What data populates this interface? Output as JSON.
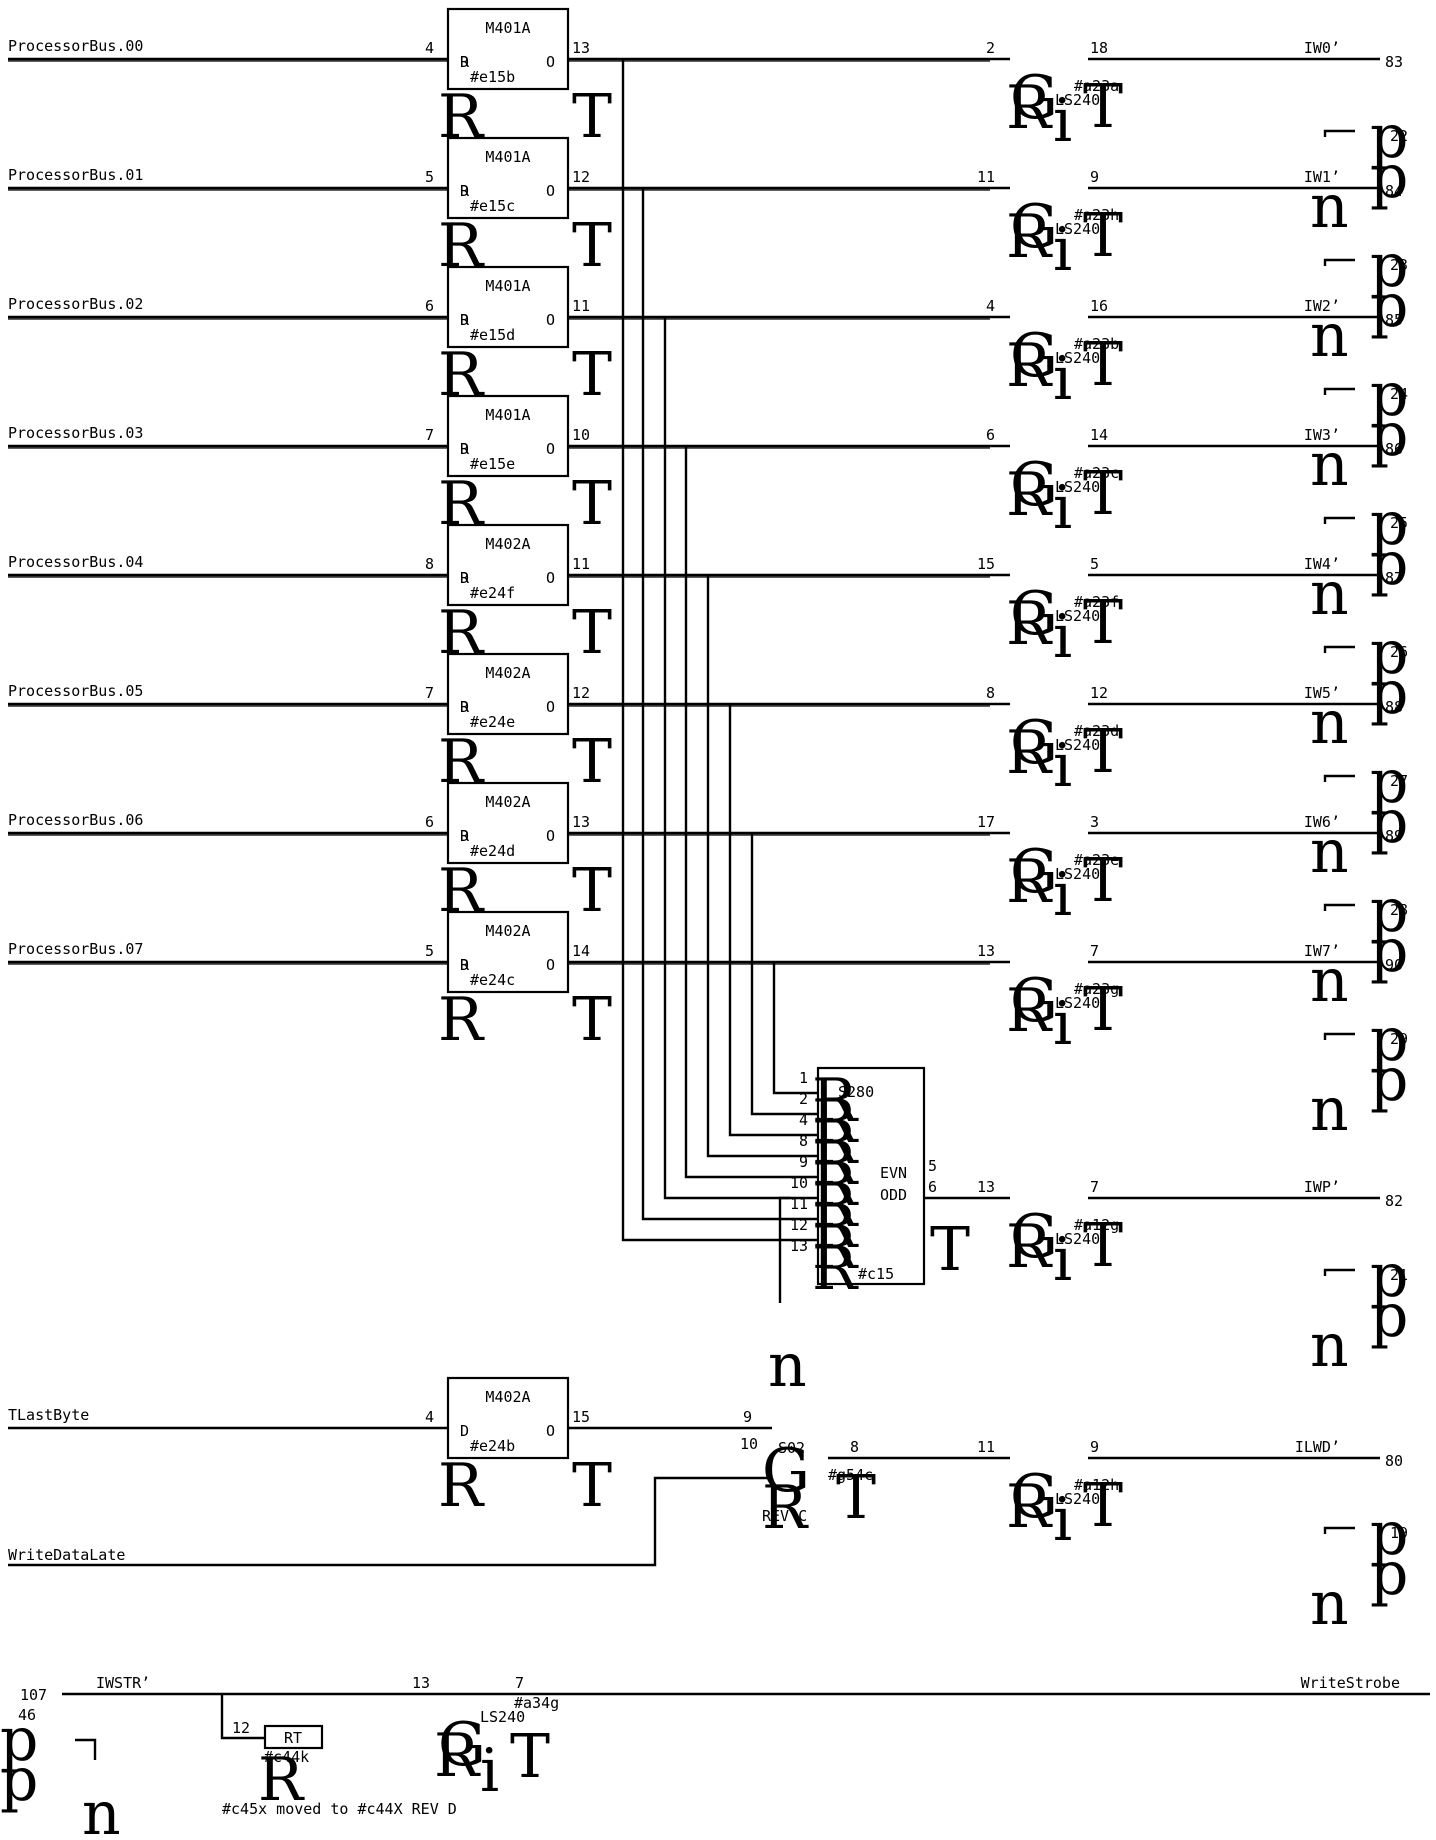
{
  "rows": [
    {
      "sig": "ProcessorBus.00",
      "pin_in": "4",
      "chip": "M401A",
      "ref": "#e15b",
      "pin_out": "13",
      "bpin_in": "2",
      "bpin_out": "18",
      "buf_ref": "#a23a",
      "out": "IW0’",
      "conn": "83",
      "conn_b": "22"
    },
    {
      "sig": "ProcessorBus.01",
      "pin_in": "5",
      "chip": "M401A",
      "ref": "#e15c",
      "pin_out": "12",
      "bpin_in": "11",
      "bpin_out": "9",
      "buf_ref": "#a23h",
      "out": "IW1’",
      "conn": "84",
      "conn_b": "23"
    },
    {
      "sig": "ProcessorBus.02",
      "pin_in": "6",
      "chip": "M401A",
      "ref": "#e15d",
      "pin_out": "11",
      "bpin_in": "4",
      "bpin_out": "16",
      "buf_ref": "#a23b",
      "out": "IW2’",
      "conn": "85",
      "conn_b": "24"
    },
    {
      "sig": "ProcessorBus.03",
      "pin_in": "7",
      "chip": "M401A",
      "ref": "#e15e",
      "pin_out": "10",
      "bpin_in": "6",
      "bpin_out": "14",
      "buf_ref": "#a23c",
      "out": "IW3’",
      "conn": "86",
      "conn_b": "25"
    },
    {
      "sig": "ProcessorBus.04",
      "pin_in": "8",
      "chip": "M402A",
      "ref": "#e24f",
      "pin_out": "11",
      "bpin_in": "15",
      "bpin_out": "5",
      "buf_ref": "#a23f",
      "out": "IW4’",
      "conn": "87",
      "conn_b": "26"
    },
    {
      "sig": "ProcessorBus.05",
      "pin_in": "7",
      "chip": "M402A",
      "ref": "#e24e",
      "pin_out": "12",
      "bpin_in": "8",
      "bpin_out": "12",
      "buf_ref": "#a23d",
      "out": "IW5’",
      "conn": "88",
      "conn_b": "27"
    },
    {
      "sig": "ProcessorBus.06",
      "pin_in": "6",
      "chip": "M402A",
      "ref": "#e24d",
      "pin_out": "13",
      "bpin_in": "17",
      "bpin_out": "3",
      "buf_ref": "#a23e",
      "out": "IW6’",
      "conn": "89",
      "conn_b": "28"
    },
    {
      "sig": "ProcessorBus.07",
      "pin_in": "5",
      "chip": "M402A",
      "ref": "#e24c",
      "pin_out": "14",
      "bpin_in": "13",
      "bpin_out": "7",
      "buf_ref": "#a23g",
      "out": "IW7’",
      "conn": "90",
      "conn_b": "29"
    }
  ],
  "buffer_label": "LS240",
  "parity": {
    "chip": "S280",
    "ref": "#c15",
    "pins": [
      "1",
      "2",
      "4",
      "8",
      "9",
      "10",
      "11",
      "12",
      "13"
    ],
    "even_label": "EVN",
    "odd_label": "ODD",
    "even_pin": "5",
    "odd_pin": "6",
    "wire_pin": "13",
    "bpin_out": "7",
    "buf_ref": "#a12g",
    "out": "IWP’",
    "conn": "82",
    "conn_b": "21"
  },
  "tlast": {
    "sig": "TLastByte",
    "pin_in": "4",
    "chip": "M402A",
    "ref": "#e24b",
    "pin_out": "15",
    "gate_pin_a": "9",
    "gate_pin_b": "10",
    "gate_name": "S02",
    "gate_pin_out": "8",
    "gate_ref": "#g54c",
    "gate_rev": "REV C",
    "bpin_in": "11",
    "bpin_out": "9",
    "buf_ref": "#a12h",
    "out": "ILWD’",
    "conn": "80",
    "conn_b": "19"
  },
  "write_data_late": "WriteDataLate",
  "strobe": {
    "conn": "107",
    "conn_b": "46",
    "sig": "IWSTR’",
    "bpin_in": "13",
    "bpin_out": "7",
    "buf_ref": "#a34g",
    "out": "WriteStrobe",
    "rt_pin": "12",
    "rt_label": "RT",
    "rt_ref": "#c44k"
  },
  "note": "#c45x moved to #c44X REV D",
  "glyphs": {
    "r": "R",
    "t": "T",
    "g": "G",
    "i": "i",
    "p": "p",
    "n": "n",
    "bar": "¬"
  }
}
